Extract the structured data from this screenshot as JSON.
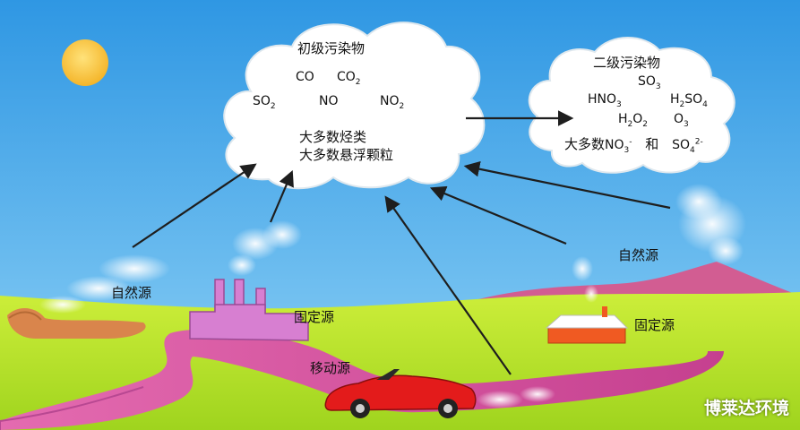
{
  "primary": {
    "title": "初级污染物",
    "co": "CO",
    "co2_base": "CO",
    "co2_sub": "2",
    "so2_base": "SO",
    "so2_sub": "2",
    "no": "NO",
    "no2_base": "NO",
    "no2_sub": "2",
    "hydrocarbons": "大多数烃类",
    "particles": "大多数悬浮颗粒"
  },
  "secondary": {
    "title": "二级污染物",
    "so3_base": "SO",
    "so3_sub": "3",
    "hno3_base": "HNO",
    "hno3_sub": "3",
    "h2so4_h": "H",
    "h2so4_sub1": "2",
    "h2so4_mid": "SO",
    "h2so4_sub2": "4",
    "h2o2_h": "H",
    "h2o2_sub1": "2",
    "h2o2_o": "O",
    "h2o2_sub2": "2",
    "o3_base": "O",
    "o3_sub": "3",
    "most": "大多数",
    "no3_base": "NO",
    "no3_sub": "3",
    "no3_sup": "-",
    "and": "和",
    "so4_base": "SO",
    "so4_sub": "4",
    "so4_sup": "2-"
  },
  "sources": {
    "natural_left": "自然源",
    "stationary_left": "固定源",
    "mobile": "移动源",
    "natural_right": "自然源",
    "stationary_right": "固定源"
  },
  "watermark": "博莱达环境",
  "colors": {
    "sky": "#3aa0e6",
    "grass": "#b7e22c",
    "road": "#d24a9e",
    "factory": "#d77fd1",
    "car": "#e31b1b",
    "arrow": "#1e1e1e"
  }
}
